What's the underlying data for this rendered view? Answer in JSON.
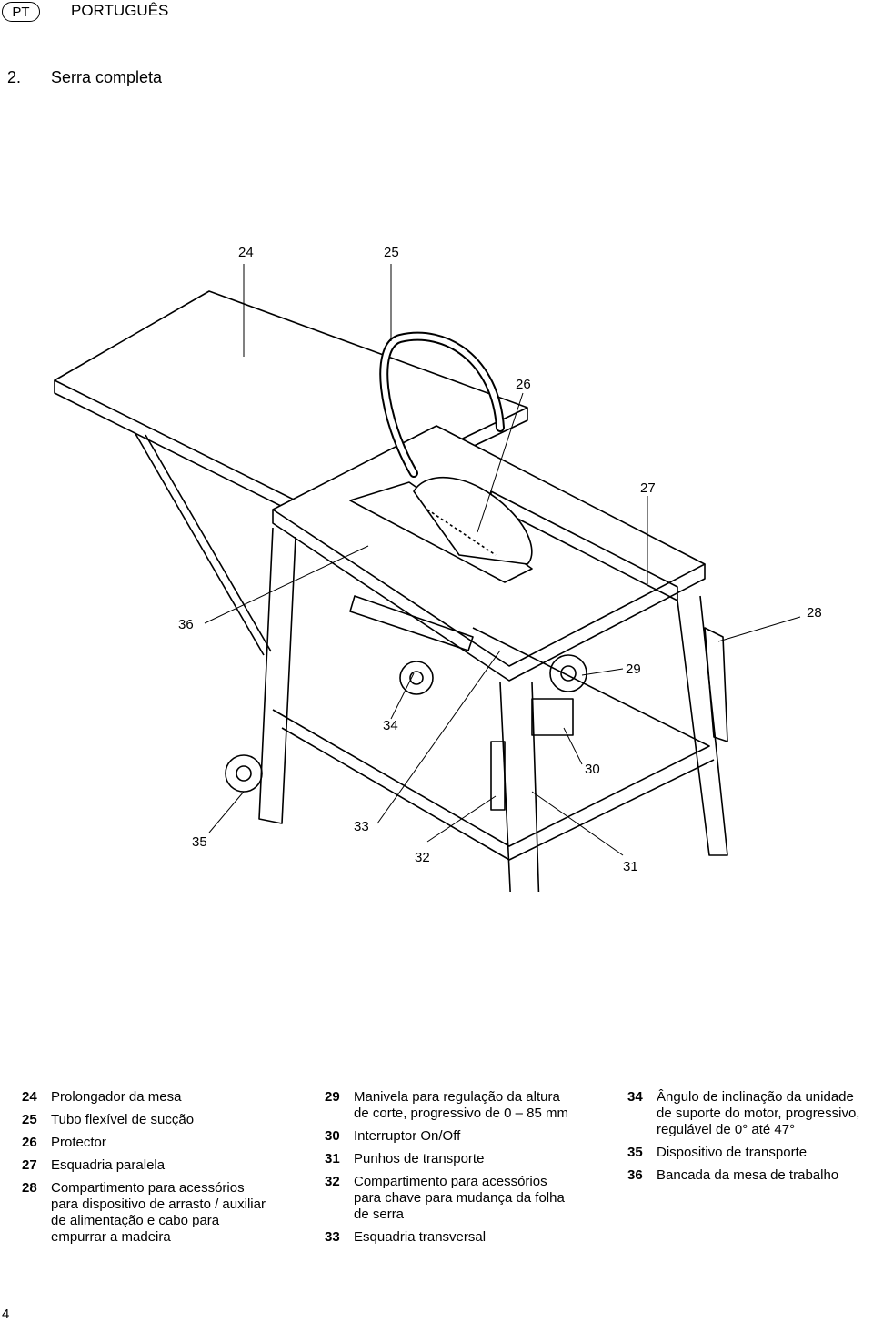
{
  "header": {
    "lang_code": "PT",
    "lang_name": "PORTUGUÊS"
  },
  "section": {
    "number": "2.",
    "title": "Serra completa"
  },
  "figure": {
    "callouts": [
      "24",
      "25",
      "26",
      "27",
      "28",
      "29",
      "30",
      "31",
      "32",
      "33",
      "34",
      "35",
      "36"
    ]
  },
  "legend": {
    "col1": [
      {
        "num": "24",
        "text": "Prolongador da mesa"
      },
      {
        "num": "25",
        "text": "Tubo flexível de sucção"
      },
      {
        "num": "26",
        "text": "Protector"
      },
      {
        "num": "27",
        "text": "Esquadria paralela"
      },
      {
        "num": "28",
        "text": "Compartimento para acessórios para dispositivo de arrasto / auxiliar de alimentação e cabo para empurrar a madeira"
      }
    ],
    "col2": [
      {
        "num": "29",
        "text": "Manivela para regulação da altura de corte, progressivo de 0 – 85 mm"
      },
      {
        "num": "30",
        "text": "Interruptor On/Off"
      },
      {
        "num": "31",
        "text": "Punhos de transporte"
      },
      {
        "num": "32",
        "text": "Compartimento para acessórios para chave para mudança da folha de serra"
      },
      {
        "num": "33",
        "text": "Esquadria transversal"
      }
    ],
    "col3": [
      {
        "num": "34",
        "text": "Ângulo de inclinação da unidade de suporte do motor, progressivo, regulável de 0° até 47°"
      },
      {
        "num": "35",
        "text": "Dispositivo de transporte"
      },
      {
        "num": "36",
        "text": "Bancada da mesa de trabalho"
      }
    ]
  },
  "footer": {
    "page_number": "4"
  }
}
